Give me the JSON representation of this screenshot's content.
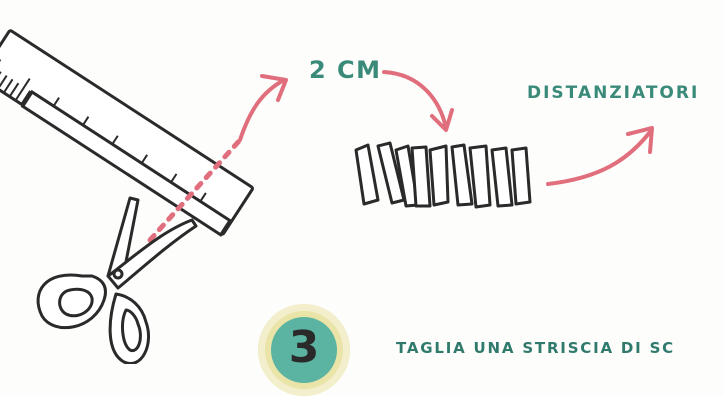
{
  "measure_label": "2 CM",
  "spacers_label": "DISTANZIATORI",
  "step": {
    "number": "3",
    "text": "TAGLIA UNA STRISCIA DI SC"
  },
  "colors": {
    "accent_arrow": "#e06e7c",
    "label_teal": "#3a8a7a",
    "step_circle_outer": "#eae4a9",
    "step_circle_inner": "#5bb3a2",
    "ink": "#2a2a2a"
  },
  "icons": [
    "ruler-icon",
    "paper-strip",
    "scissors-icon",
    "spacer-strips",
    "arrow-icon"
  ]
}
